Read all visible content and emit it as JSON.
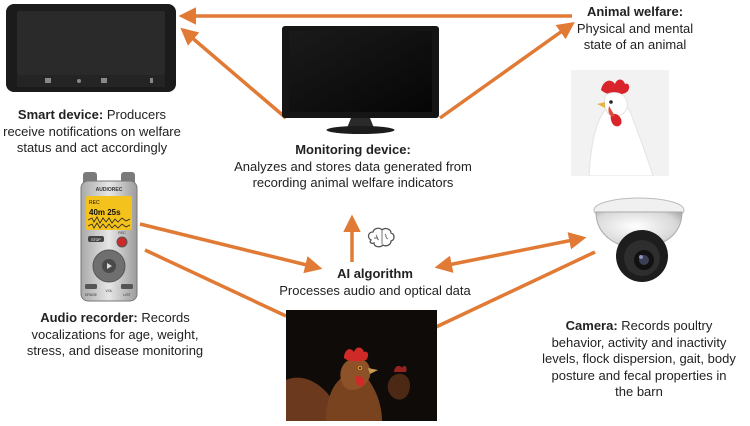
{
  "nodes": {
    "smart_device": {
      "title": "Smart device:",
      "line1": "Producers",
      "line2": "receive notifications on welfare",
      "line3": "status and act accordingly"
    },
    "animal_welfare": {
      "title": "Animal welfare:",
      "line1": "Physical and mental",
      "line2": "state of an animal"
    },
    "monitoring_device": {
      "title": "Monitoring device:",
      "line1": "Analyzes and stores data generated from",
      "line2": "recording animal welfare indicators"
    },
    "ai_algorithm": {
      "title": "AI algorithm",
      "line1": "Processes audio and optical data"
    },
    "audio_recorder": {
      "title": "Audio recorder:",
      "line1": "Records",
      "line2": "vocalizations for age, weight,",
      "line3": "stress, and disease monitoring",
      "device_text": {
        "brand": "AUDIOREC",
        "rec": "REC",
        "counter": "40m 25s",
        "btn_stop": "STOP",
        "btn_rec": "REC",
        "btn_erase": "ERASE",
        "btn_list": "LIST",
        "vol": "VOL"
      }
    },
    "camera": {
      "title": "Camera:",
      "line1": "Records poultry",
      "line2": "behavior, activity and inactivity",
      "line3": "levels, flock dispersion, gait, body",
      "line4": "posture and fecal properties in",
      "line5": "the barn"
    }
  },
  "colors": {
    "arrow": "#E07A35",
    "text": "#222222"
  },
  "icons": {
    "monitor": "monitor-image",
    "tablet": "tablet-image",
    "recorder": "audio-recorder-image",
    "camera": "dome-camera-image",
    "chicken_white": "white-chicken-image",
    "chicken_brown": "brown-hen-image",
    "brain": "brain-icon"
  }
}
